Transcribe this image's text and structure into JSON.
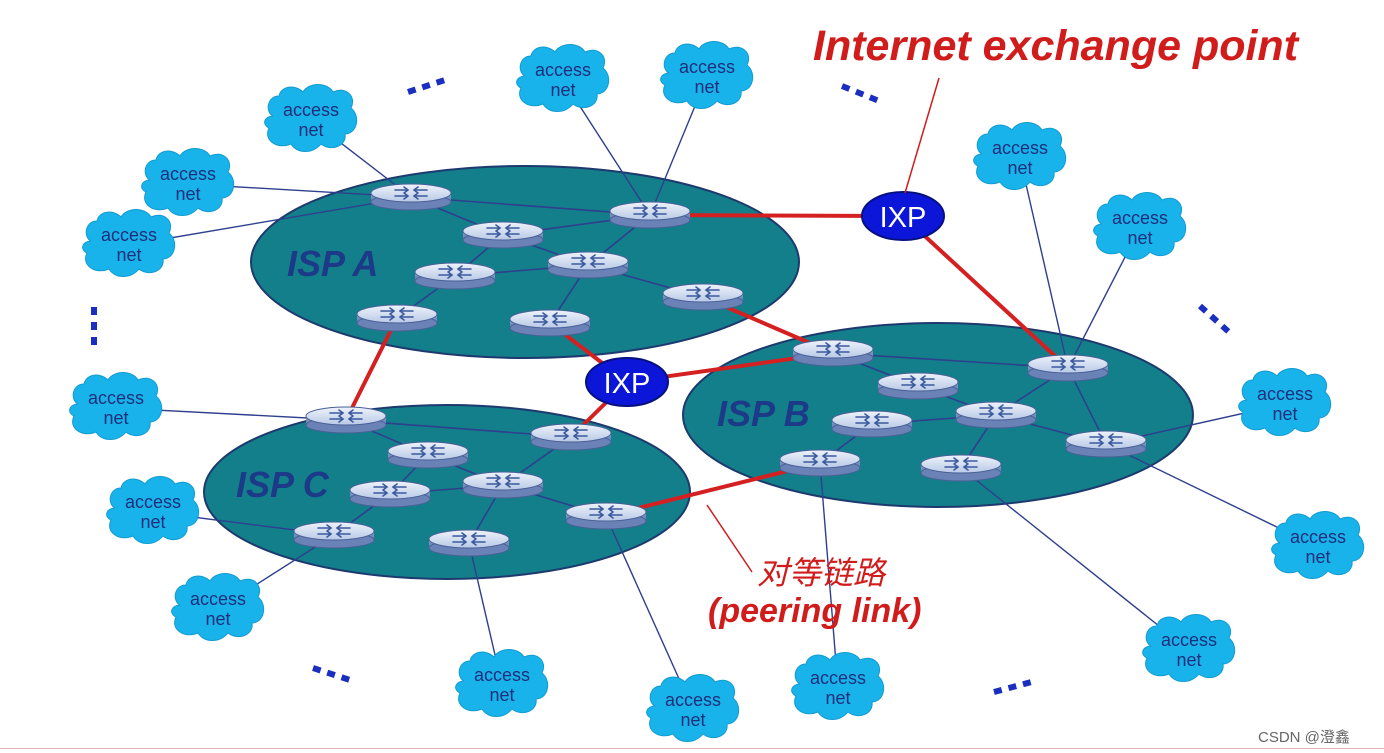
{
  "title": "Internet exchange point",
  "peering_label_cn": "对等链路",
  "peering_label_en": "(peering link)",
  "access_line1": "access",
  "access_line2": "net",
  "ellipsis": "...",
  "watermark": "CSDN @澄鑫",
  "isps": [
    {
      "label": "ISP A"
    },
    {
      "label": "ISP B"
    },
    {
      "label": "ISP C"
    }
  ],
  "ixps": [
    {
      "label": "IXP"
    },
    {
      "label": "IXP"
    }
  ],
  "colors": {
    "isp_fill": "#137f8a",
    "isp_stroke": "#1d3a6e",
    "isp_text": "#1c3a88",
    "access_cloud": "#19b3ec",
    "access_text": "#1b2f7a",
    "ixp_fill": "#0b16d8",
    "peering": "#d42020",
    "link": "#2e3f8e",
    "title": "#d11c1c",
    "ellipsis": "#1a2fc0",
    "router": "#c3d2ea"
  }
}
